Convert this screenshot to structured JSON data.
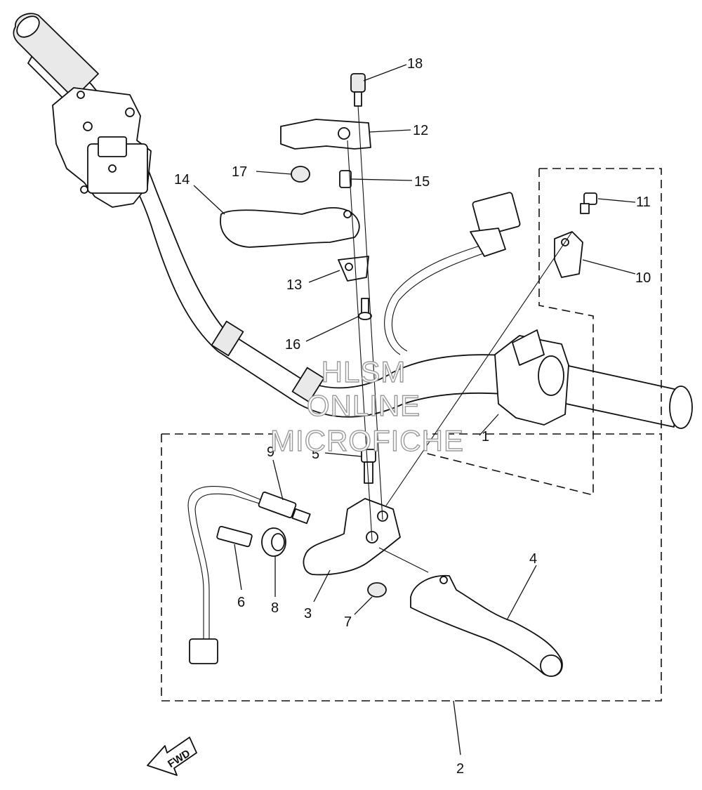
{
  "callouts": [
    {
      "id": "p1",
      "label": "1"
    },
    {
      "id": "p2",
      "label": "2"
    },
    {
      "id": "p3",
      "label": "3"
    },
    {
      "id": "p4",
      "label": "4"
    },
    {
      "id": "p5",
      "label": "5"
    },
    {
      "id": "p6",
      "label": "6"
    },
    {
      "id": "p7",
      "label": "7"
    },
    {
      "id": "p8",
      "label": "8"
    },
    {
      "id": "p9",
      "label": "9"
    },
    {
      "id": "p10",
      "label": "10"
    },
    {
      "id": "p11",
      "label": "11"
    },
    {
      "id": "p12",
      "label": "12"
    },
    {
      "id": "p13",
      "label": "13"
    },
    {
      "id": "p14",
      "label": "14"
    },
    {
      "id": "p15",
      "label": "15"
    },
    {
      "id": "p16",
      "label": "16"
    },
    {
      "id": "p17",
      "label": "17"
    },
    {
      "id": "p18",
      "label": "18"
    }
  ],
  "watermark": {
    "line1": "HLSM",
    "line2": "ONLINE",
    "line3": "MICROFICHE"
  },
  "direction_arrow": {
    "label": "FWD",
    "icon": "fwd-arrow-icon"
  }
}
